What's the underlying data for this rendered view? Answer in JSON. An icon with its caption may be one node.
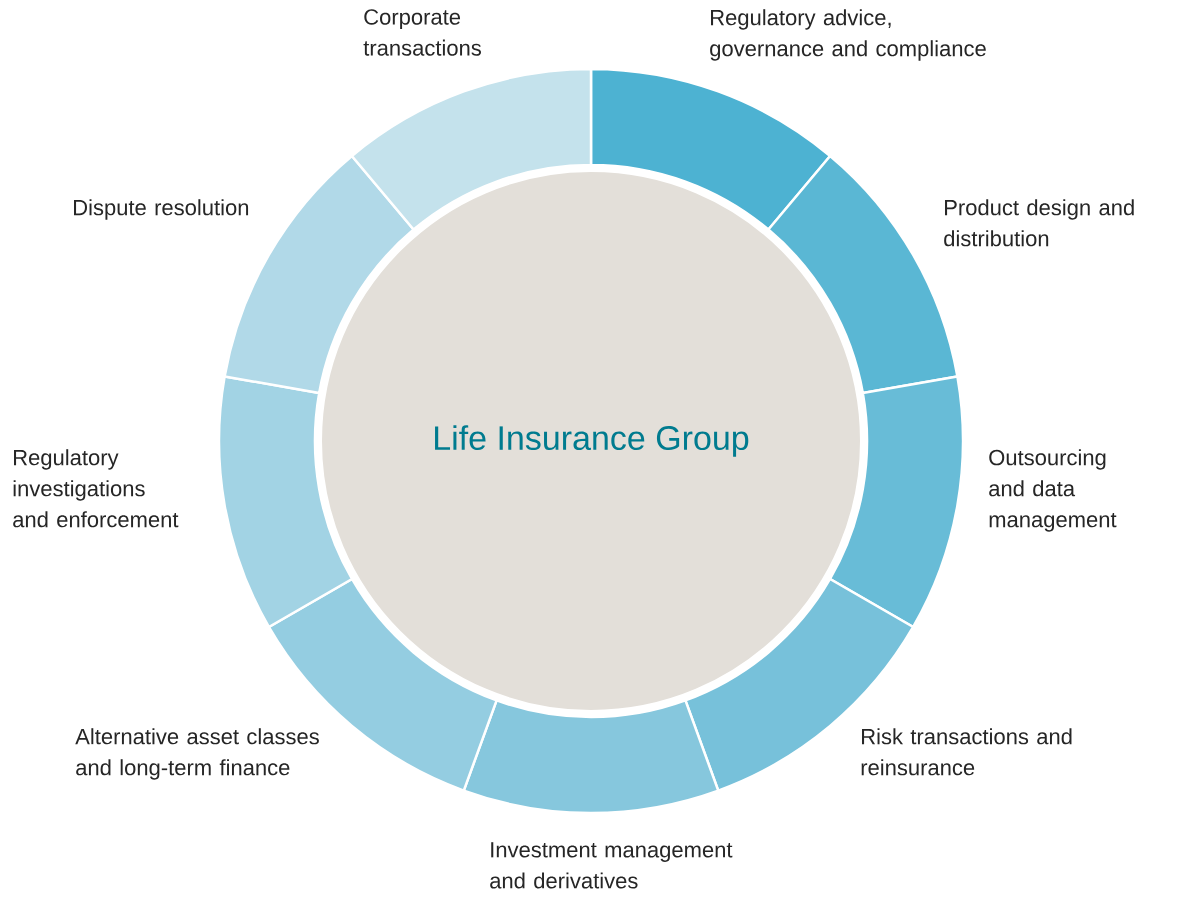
{
  "diagram": {
    "nodes": [
      {
        "text": [
          "Life Insurance Group"
        ]
      },
      {
        "text": [
          "Regulatory advice, governance and compliance"
        ]
      },
      {
        "text": [
          "Product design and distribution"
        ]
      },
      {
        "text": [
          "Outsourcing and data management"
        ]
      },
      {
        "text": [
          "Risk transactions and reinsurance"
        ]
      },
      {
        "text": [
          "Investment management and derivatives"
        ]
      },
      {
        "text": [
          "Alternative asset classes and long-term finance"
        ]
      },
      {
        "text": [
          "Regulatory investigations and enforcement"
        ]
      },
      {
        "text": [
          "Dispute resolution"
        ]
      },
      {
        "text": [
          "Corporate transactions"
        ]
      }
    ]
  }
}
